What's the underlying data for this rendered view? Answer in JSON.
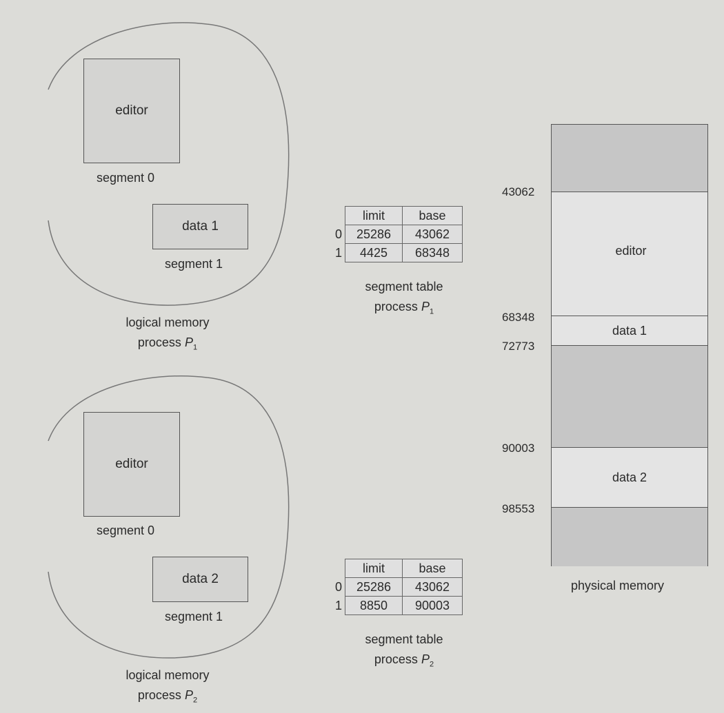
{
  "process1": {
    "seg0_name": "editor",
    "seg0_label": "segment 0",
    "seg1_name": "data 1",
    "seg1_label": "segment 1",
    "caption_line1": "logical memory",
    "caption_line2": "process ",
    "caption_var": "P",
    "caption_sub": "1",
    "table": {
      "headers": [
        "limit",
        "base"
      ],
      "rows": [
        {
          "index": "0",
          "limit": "25286",
          "base": "43062"
        },
        {
          "index": "1",
          "limit": "4425",
          "base": "68348"
        }
      ],
      "caption_line1": "segment table",
      "caption_line2": "process ",
      "caption_var": "P",
      "caption_sub": "1"
    }
  },
  "process2": {
    "seg0_name": "editor",
    "seg0_label": "segment 0",
    "seg1_name": "data 2",
    "seg1_label": "segment 1",
    "caption_line1": "logical memory",
    "caption_line2": "process ",
    "caption_var": "P",
    "caption_sub": "2",
    "table": {
      "headers": [
        "limit",
        "base"
      ],
      "rows": [
        {
          "index": "0",
          "limit": "25286",
          "base": "43062"
        },
        {
          "index": "1",
          "limit": "8850",
          "base": "90003"
        }
      ],
      "caption_line1": "segment table",
      "caption_line2": "process ",
      "caption_var": "P",
      "caption_sub": "2"
    }
  },
  "physical": {
    "caption": "physical memory",
    "addresses": [
      "43062",
      "68348",
      "72773",
      "90003",
      "98553"
    ],
    "blocks": [
      "editor",
      "data 1",
      "data 2"
    ]
  },
  "colors": {
    "background": "#dcdcd8",
    "used_block": "#e4e4e4",
    "free_block": "#c6c6c6"
  }
}
